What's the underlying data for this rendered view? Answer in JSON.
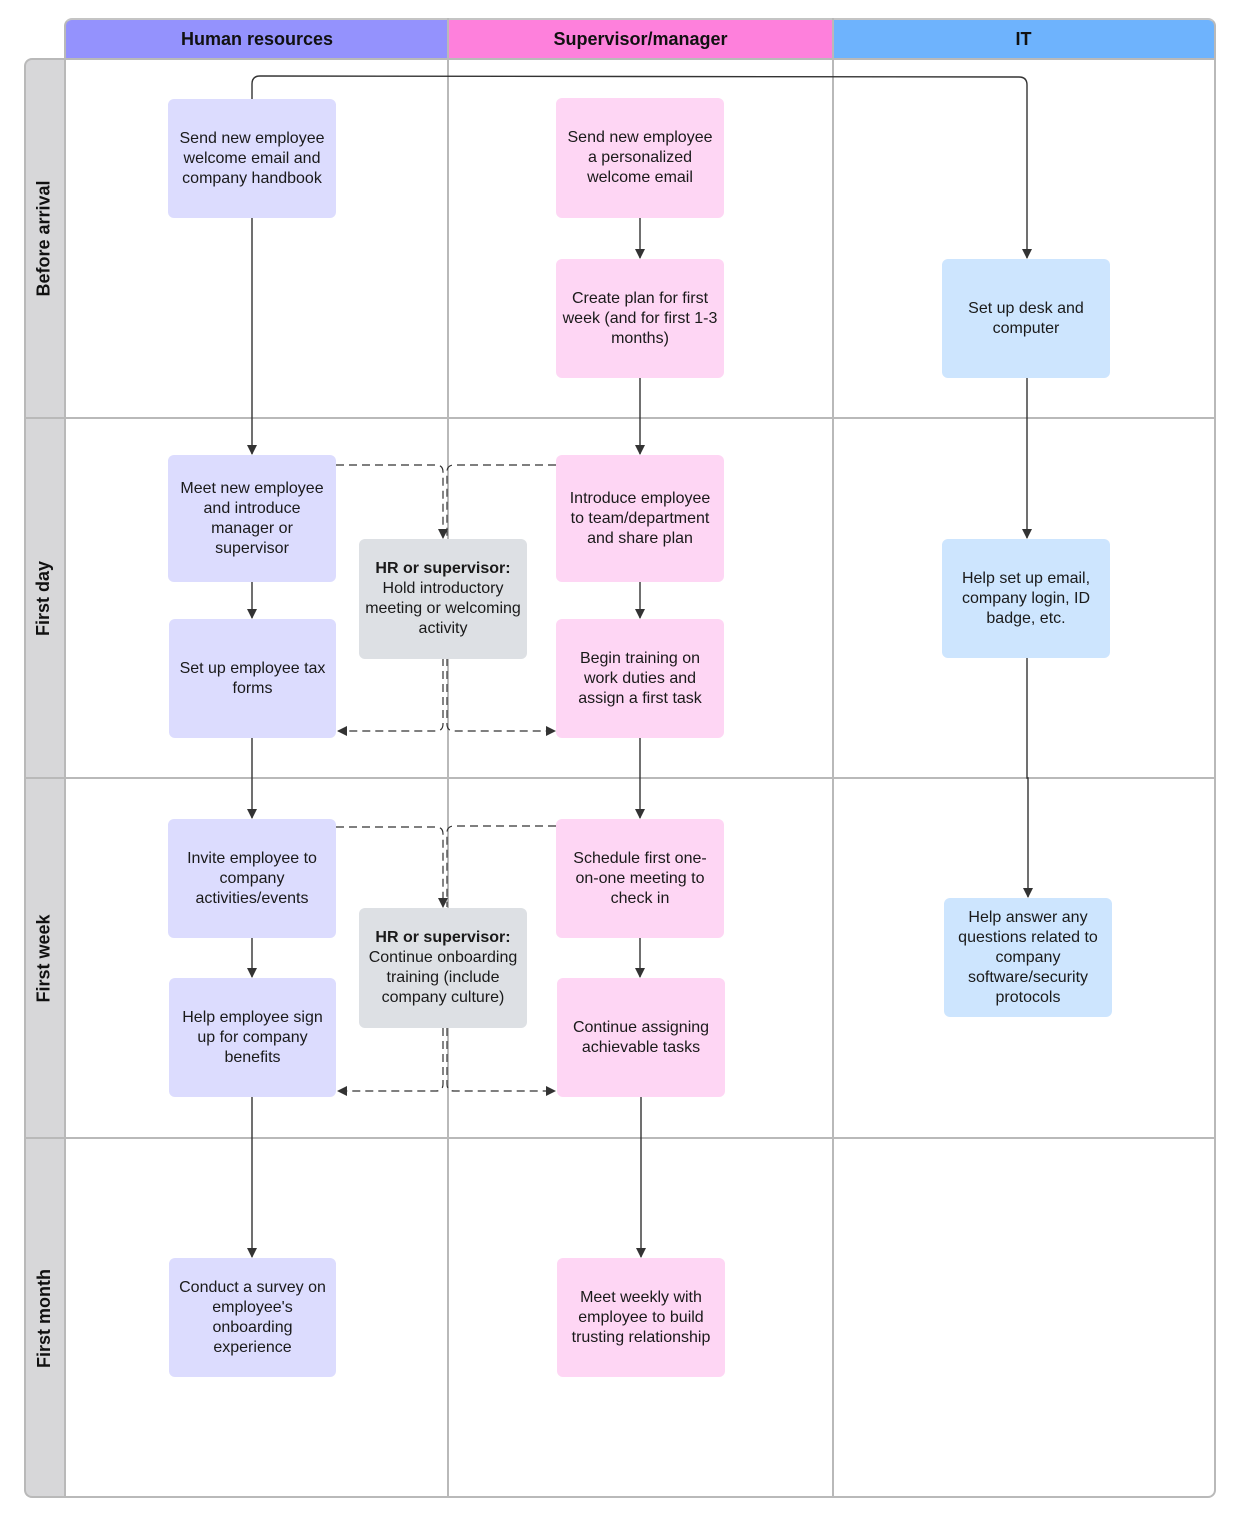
{
  "lanes": {
    "hr": "Human resources",
    "supervisor": "Supervisor/manager",
    "it": "IT"
  },
  "stages": {
    "before_arrival": "Before arrival",
    "first_day": "First day",
    "first_week": "First week",
    "first_month": "First month"
  },
  "steps": {
    "hr_welcome_email": "Send new employee welcome email and company handbook",
    "sup_personal_email": "Send new employee a personalized welcome email",
    "sup_create_plan": "Create plan for first week (and for first 1-3 months)",
    "it_desk": "Set up desk and computer",
    "hr_meet": "Meet new employee and introduce manager or supervisor",
    "shared_intro_prefix": "HR or supervisor:",
    "shared_intro_text": "Hold introductory meeting or welcoming activity",
    "sup_introduce": "Introduce employee to team/department and share plan",
    "it_email": "Help set up email, company login, ID badge, etc.",
    "hr_tax": "Set up employee tax forms",
    "sup_training": "Begin training on work duties and assign a first task",
    "hr_invite": "Invite employee to company activities/events",
    "shared_training_prefix": "HR or supervisor:",
    "shared_training_text": "Continue onboarding training (include company culture)",
    "sup_schedule": "Schedule first one-on-one meeting to check in",
    "it_questions": "Help answer any questions related to company software/security protocols",
    "hr_benefits": "Help employee sign up for company benefits",
    "sup_tasks": "Continue assigning achievable tasks",
    "hr_survey": "Conduct a survey on employee's onboarding experience",
    "sup_weekly": "Meet weekly with employee to build trusting relationship"
  },
  "colors": {
    "hr_header": "#9492fd",
    "supervisor_header": "#fe80dc",
    "it_header": "#6eb3fd",
    "hr_box": "#dcdcfe",
    "supervisor_box": "#fed6f4",
    "it_box": "#cde5fe",
    "shared_box": "#dde0e4",
    "stage_strip": "#d7d7d9",
    "arrow": "#333333"
  }
}
